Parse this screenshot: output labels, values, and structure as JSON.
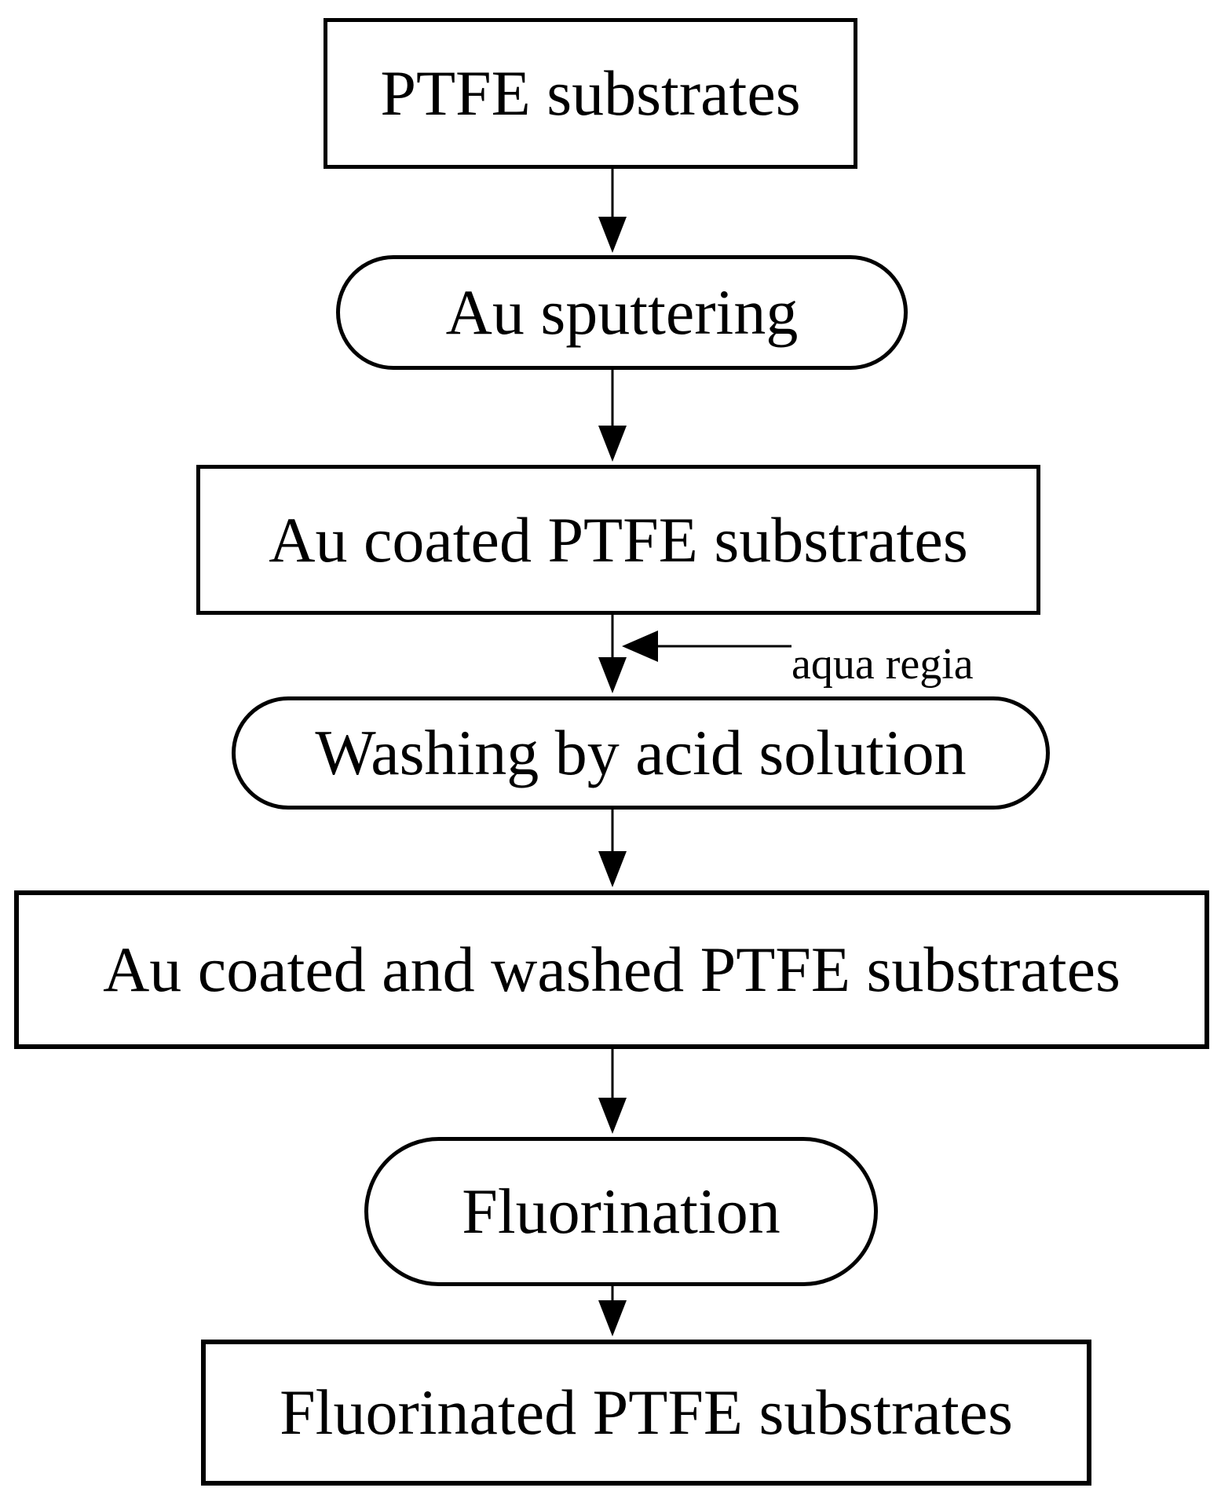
{
  "diagram": {
    "colors": {
      "background": "#ffffff",
      "stroke": "#000000",
      "text": "#000000"
    },
    "nodes": [
      {
        "shape": "rectangle",
        "label": "PTFE substrates"
      },
      {
        "shape": "stadium",
        "label": "Au sputtering"
      },
      {
        "shape": "rectangle",
        "label": "Au coated PTFE substrates"
      },
      {
        "shape": "stadium",
        "label": "Washing by acid solution"
      },
      {
        "shape": "rectangle",
        "label": "Au coated and washed PTFE substrates"
      },
      {
        "shape": "stadium",
        "label": "Fluorination"
      },
      {
        "shape": "rectangle",
        "label": "Fluorinated PTFE substrates"
      }
    ],
    "edges": [
      {
        "from": "PTFE substrates",
        "to": "Au sputtering"
      },
      {
        "from": "Au sputtering",
        "to": "Au coated PTFE substrates"
      },
      {
        "from": "Au coated PTFE substrates",
        "to": "Washing by acid solution",
        "input_label": "aqua regia"
      },
      {
        "from": "Washing by acid solution",
        "to": "Au coated and washed PTFE substrates"
      },
      {
        "from": "Au coated and washed PTFE substrates",
        "to": "Fluorination"
      },
      {
        "from": "Fluorination",
        "to": "Fluorinated PTFE substrates"
      }
    ],
    "annotation": {
      "label": "aqua regia"
    }
  }
}
